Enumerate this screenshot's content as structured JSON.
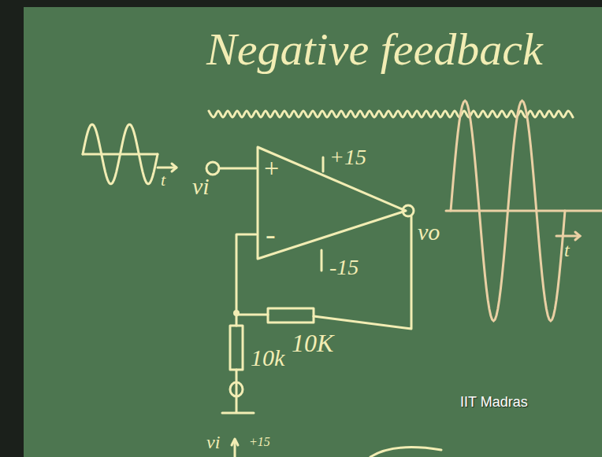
{
  "diagram": {
    "nodes": [
      {
        "text": [
          "+",
          "-"
        ]
      }
    ],
    "labels": [
      "Negative feedback",
      "vi",
      "t",
      "+15",
      "-15",
      "vo",
      "t",
      "10K",
      "10k",
      "IIT Madras",
      "vi",
      "+15"
    ]
  }
}
